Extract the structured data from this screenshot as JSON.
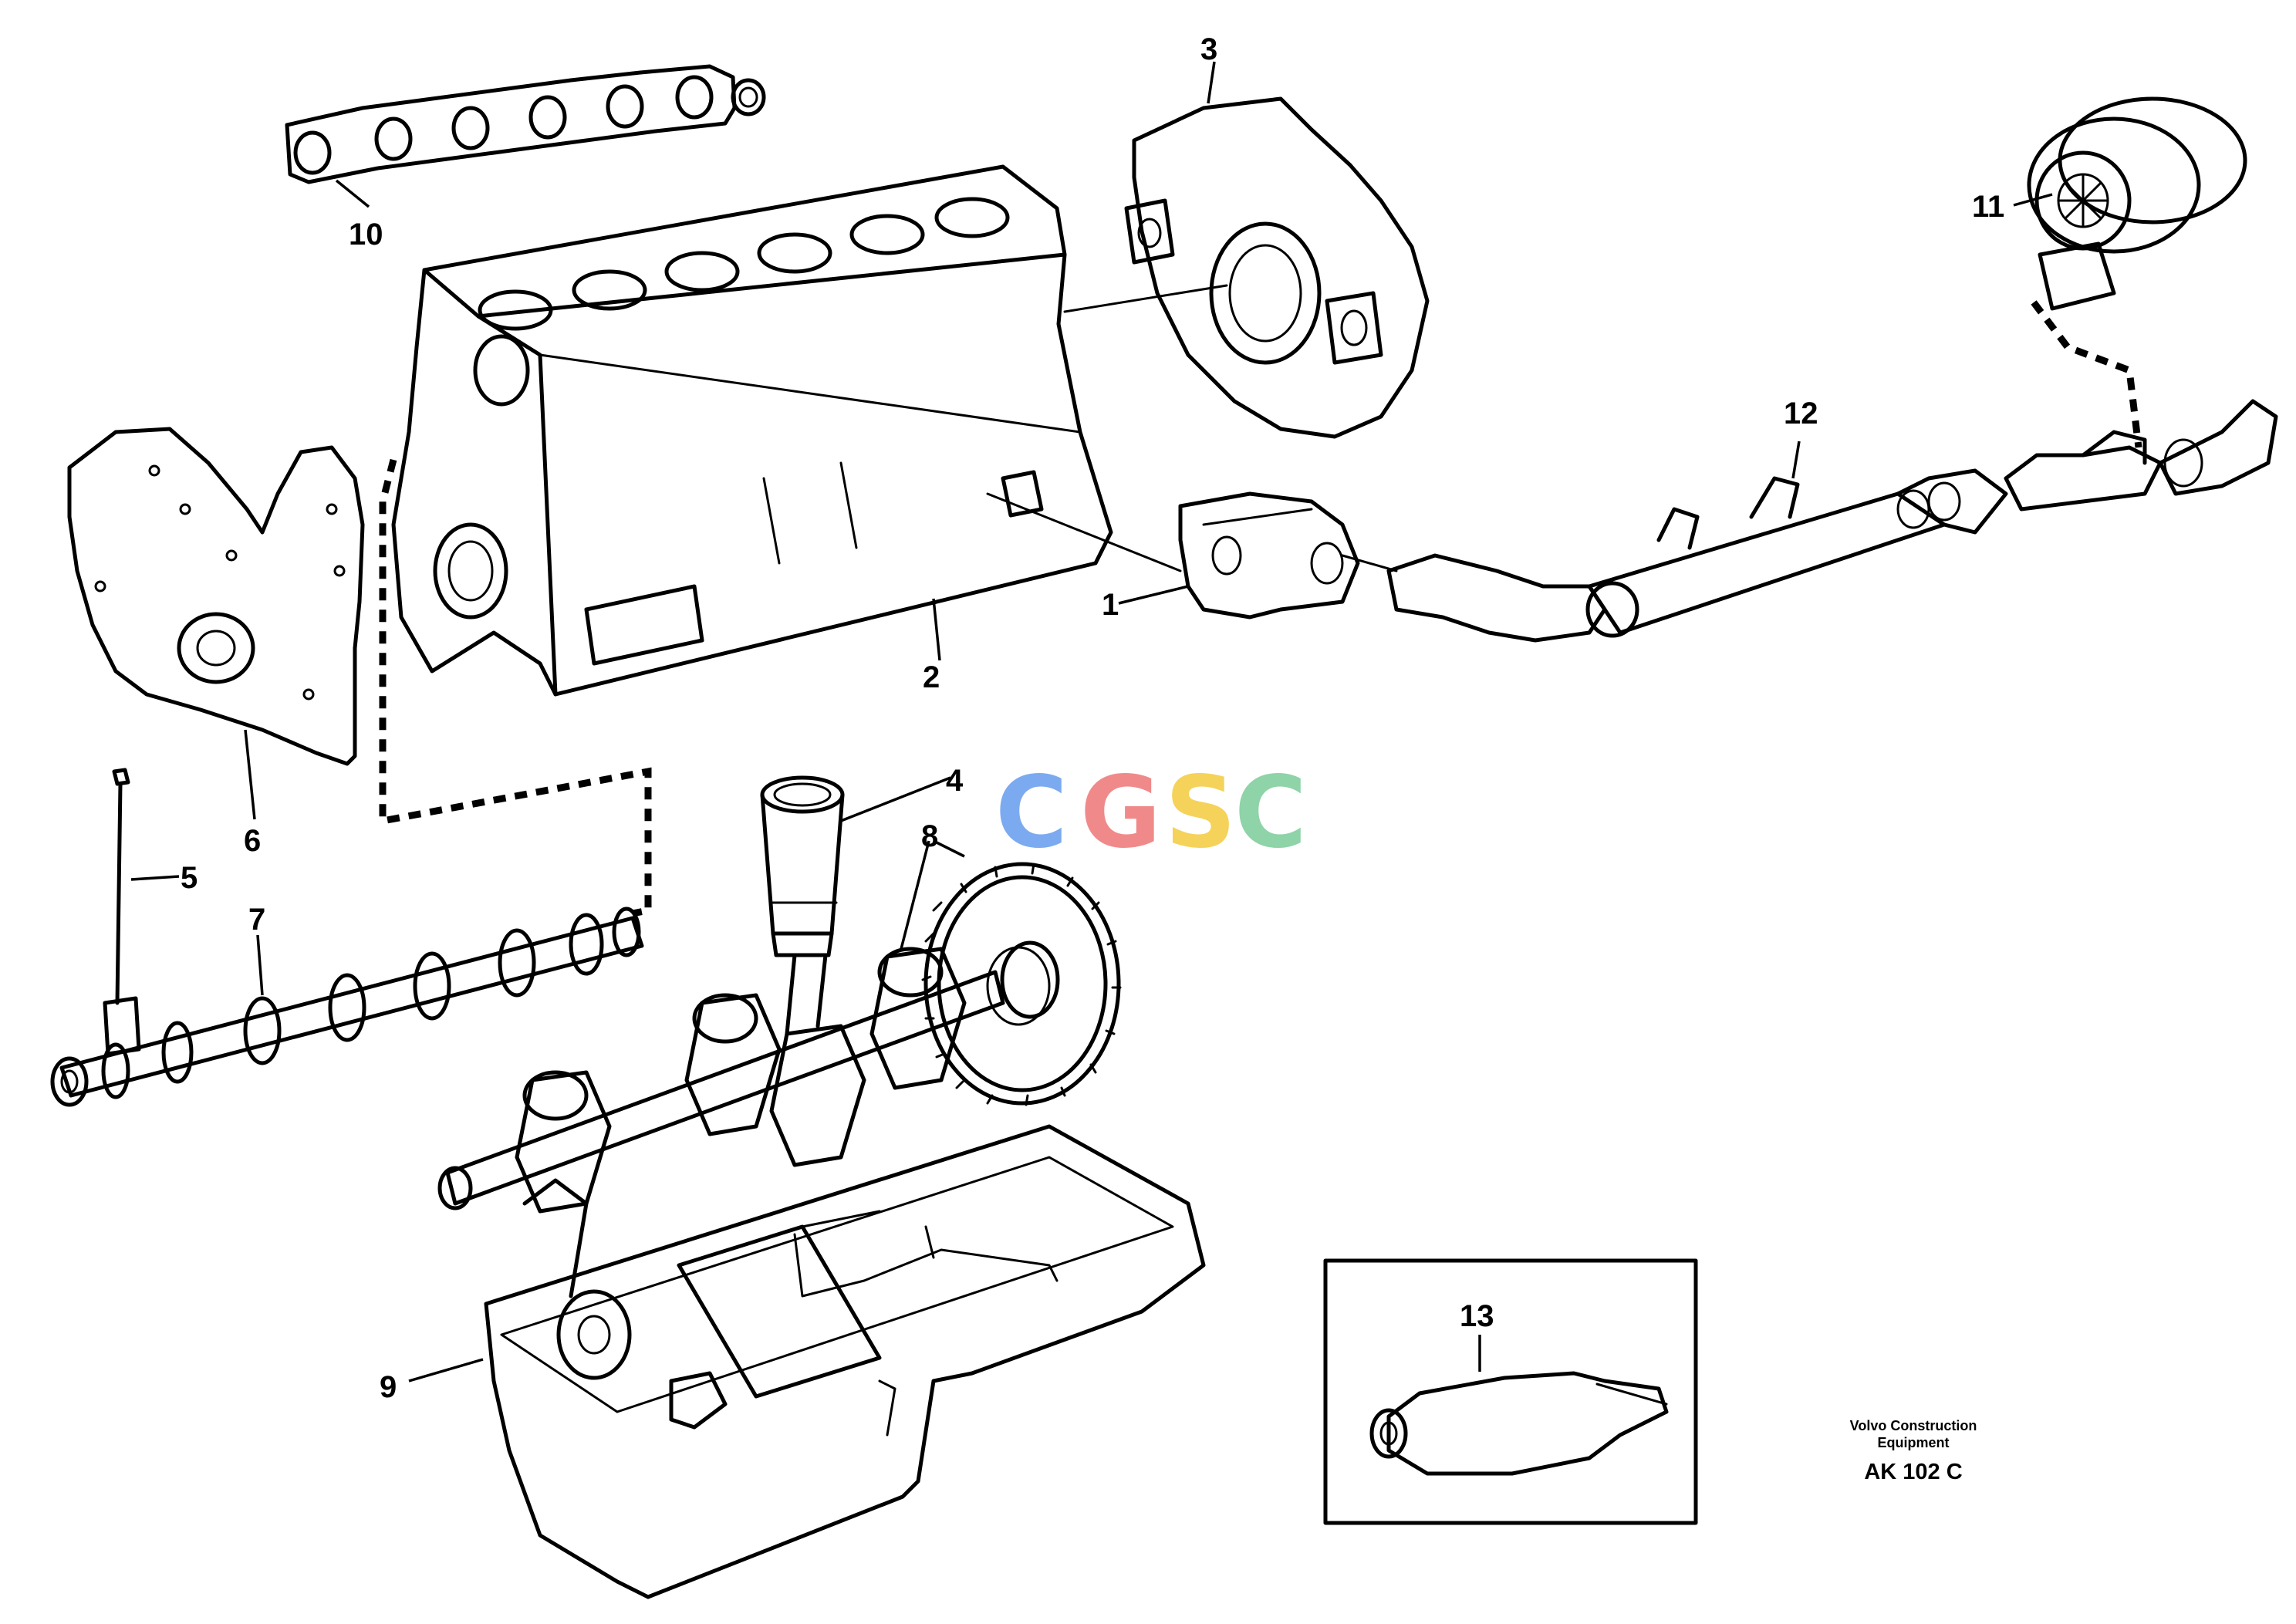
{
  "diagram": {
    "callouts": [
      {
        "id": "1",
        "label": "1"
      },
      {
        "id": "2",
        "label": "2"
      },
      {
        "id": "3",
        "label": "3"
      },
      {
        "id": "4",
        "label": "4"
      },
      {
        "id": "5",
        "label": "5"
      },
      {
        "id": "6",
        "label": "6"
      },
      {
        "id": "7",
        "label": "7"
      },
      {
        "id": "8",
        "label": "8"
      },
      {
        "id": "9",
        "label": "9"
      },
      {
        "id": "10",
        "label": "10"
      },
      {
        "id": "11",
        "label": "11"
      },
      {
        "id": "12",
        "label": "12"
      },
      {
        "id": "13",
        "label": "13"
      }
    ],
    "caption": {
      "company_line1": "Volvo Construction",
      "company_line2": "Equipment",
      "code": "AK 102 C"
    },
    "watermark": {
      "letters": [
        "C",
        "G",
        "S",
        "C"
      ],
      "colors": [
        "#7BAAF0",
        "#F08A8A",
        "#F5D25A",
        "#8FD3A8"
      ]
    }
  }
}
